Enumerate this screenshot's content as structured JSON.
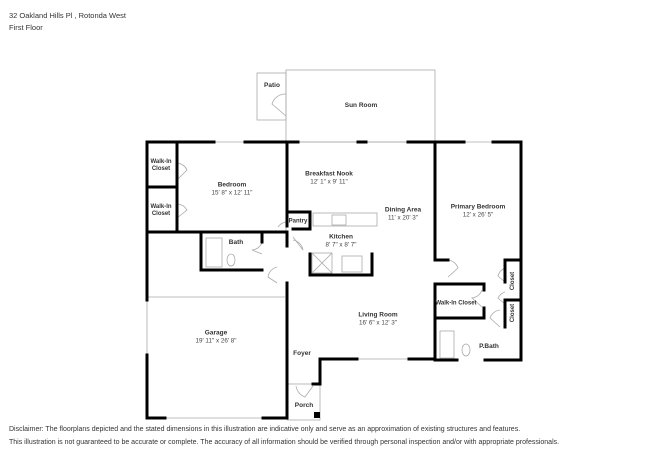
{
  "header": {
    "address": "32 Oakland Hills Pl , Rotonda West",
    "floor": "First Floor"
  },
  "rooms": [
    {
      "name": "Patio",
      "dims": ""
    },
    {
      "name": "Sun Room",
      "dims": ""
    },
    {
      "name": "Walk-In Closet",
      "dims": ""
    },
    {
      "name": "Walk-In Closet",
      "dims": ""
    },
    {
      "name": "Bedroom",
      "dims": "15' 8\" x 12' 11\""
    },
    {
      "name": "Breakfast Nook",
      "dims": "12' 1\" x 9' 11\""
    },
    {
      "name": "Dining Area",
      "dims": "11' x 20' 3\""
    },
    {
      "name": "Primary Bedroom",
      "dims": "12' x 26' 5\""
    },
    {
      "name": "Pantry",
      "dims": ""
    },
    {
      "name": "Bath",
      "dims": ""
    },
    {
      "name": "Kitchen",
      "dims": "8' 7\" x 8' 7\""
    },
    {
      "name": "Closet",
      "dims": ""
    },
    {
      "name": "Closet",
      "dims": ""
    },
    {
      "name": "Walk-In Closet",
      "dims": ""
    },
    {
      "name": "P.Bath",
      "dims": ""
    },
    {
      "name": "Garage",
      "dims": "19' 11\" x 26' 8\""
    },
    {
      "name": "Living Room",
      "dims": "16' 6\" x 12' 3\""
    },
    {
      "name": "Foyer",
      "dims": ""
    },
    {
      "name": "Porch",
      "dims": ""
    }
  ],
  "disclaimer": {
    "line1": "Disclaimer: The floorplans depicted and the stated dimensions in this illustration are indicative only and serve as an approximation of existing structures and features.",
    "line2": "This illustration is not guaranteed to be accurate or complete. The accuracy of all information should be verified through personal inspection and/or with appropriate professionals."
  },
  "colors": {
    "wall": "#000000",
    "thin": "#aaaaaa",
    "text": "#333333"
  }
}
